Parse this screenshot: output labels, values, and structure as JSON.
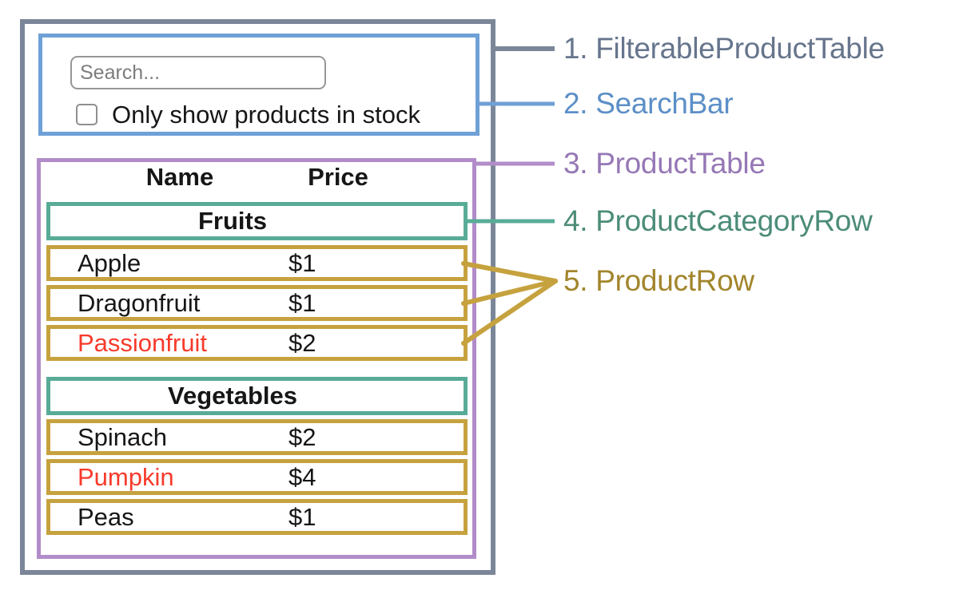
{
  "search_bar": {
    "input_placeholder": "Search...",
    "checkbox_label": "Only show products in stock"
  },
  "table": {
    "header_name": "Name",
    "header_price": "Price",
    "categories": [
      {
        "label": "Fruits"
      },
      {
        "label": "Vegetables"
      }
    ],
    "products": [
      {
        "name": "Apple",
        "price": "$1",
        "in_stock": true,
        "name_color": "#161616"
      },
      {
        "name": "Dragonfruit",
        "price": "$1",
        "in_stock": true,
        "name_color": "#161616"
      },
      {
        "name": "Passionfruit",
        "price": "$2",
        "in_stock": false,
        "name_color": "#F83A2B"
      },
      {
        "name": "Spinach",
        "price": "$2",
        "in_stock": true,
        "name_color": "#161616"
      },
      {
        "name": "Pumpkin",
        "price": "$4",
        "in_stock": false,
        "name_color": "#F83A2B"
      },
      {
        "name": "Peas",
        "price": "$1",
        "in_stock": true,
        "name_color": "#161616"
      }
    ]
  },
  "legend": [
    {
      "text": "1. FilterableProductTable",
      "color": "#66758C"
    },
    {
      "text": "2. SearchBar",
      "color": "#5C8FC7"
    },
    {
      "text": "3. ProductTable",
      "color": "#9678B5"
    },
    {
      "text": "4. ProductCategoryRow",
      "color": "#4C8C79"
    },
    {
      "text": "5. ProductRow",
      "color": "#A2852C"
    }
  ],
  "colors": {
    "filterable_product_table_border": "#7B8698",
    "search_bar_border": "#6FA0D6",
    "product_table_border": "#B28CC9",
    "product_category_row_border": "#58AC97",
    "product_row_border": "#C6A23F",
    "out_of_stock_text": "#F83A2B"
  }
}
